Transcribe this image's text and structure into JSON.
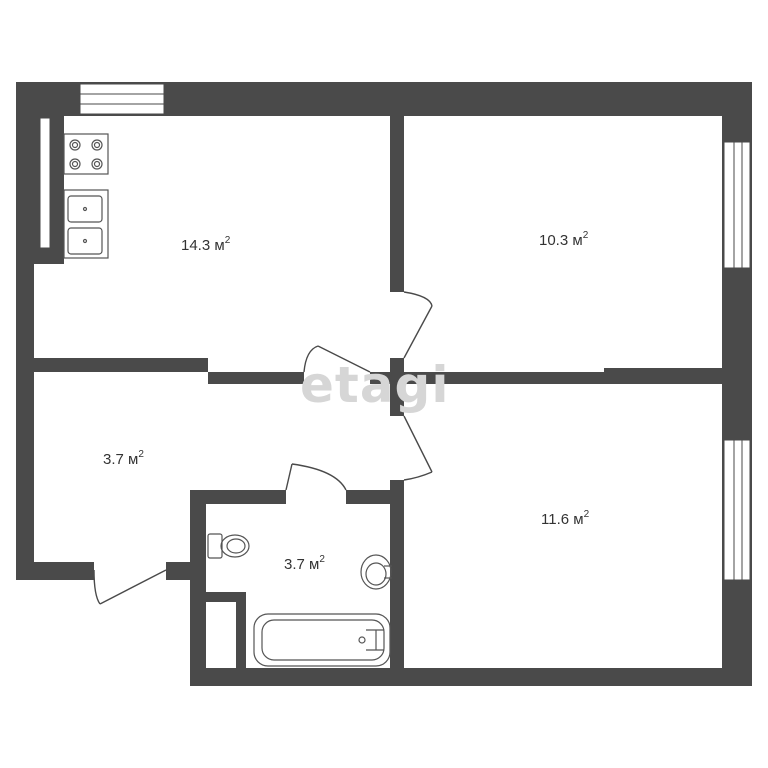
{
  "colors": {
    "wall": "#4a4a4a",
    "window": "#ffffff",
    "fixture_stroke": "#555555",
    "watermark": "#d6d6d6"
  },
  "watermark": "etagi",
  "rooms": [
    {
      "id": "kitchen",
      "area": "14.3",
      "unit": "м",
      "sup": "2"
    },
    {
      "id": "room-top-right",
      "area": "10.3",
      "unit": "м",
      "sup": "2"
    },
    {
      "id": "hallway",
      "area": "3.7",
      "unit": "м",
      "sup": "2"
    },
    {
      "id": "bathroom",
      "area": "3.7",
      "unit": "м",
      "sup": "2"
    },
    {
      "id": "room-bottom-right",
      "area": "11.6",
      "unit": "м",
      "sup": "2"
    }
  ],
  "fixtures": [
    "stove-icon",
    "kitchen-sink-icon",
    "toilet-icon",
    "washbasin-icon",
    "bathtub-icon"
  ]
}
